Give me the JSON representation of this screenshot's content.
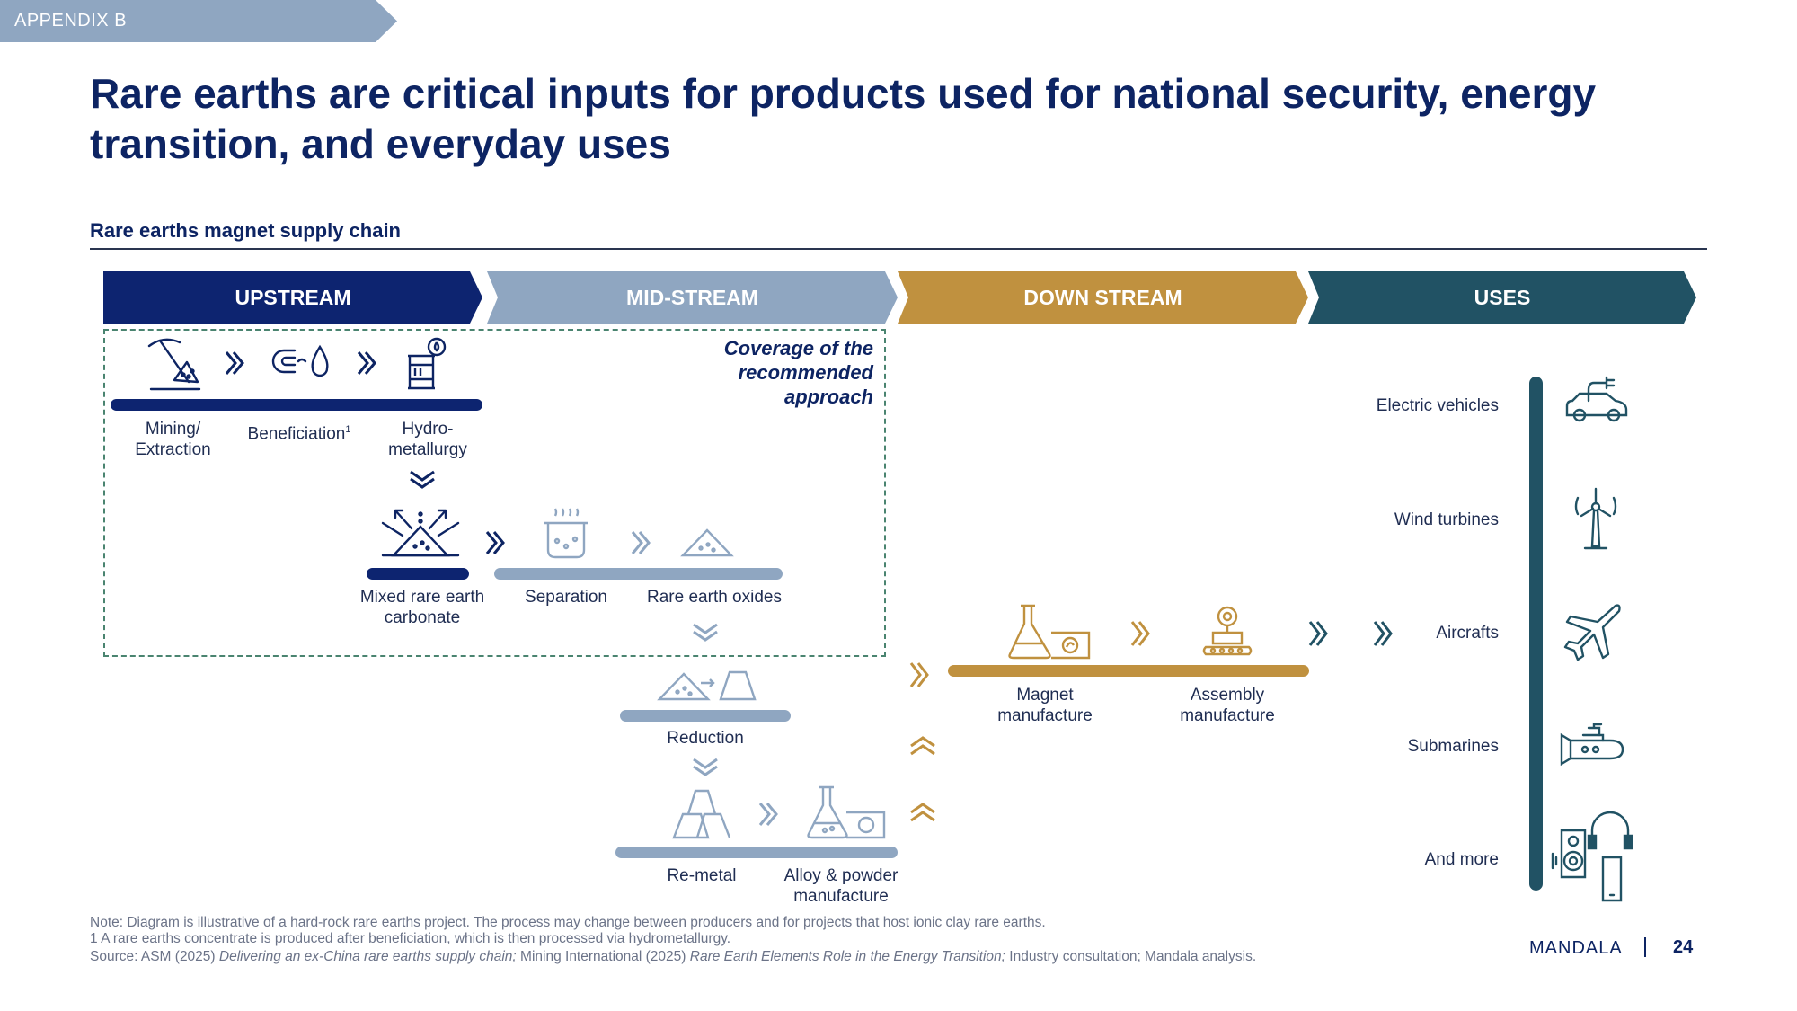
{
  "tag": "APPENDIX B",
  "title": "Rare earths are critical inputs for products used for national security, energy transition, and everyday uses",
  "subtitle": "Rare earths magnet supply chain",
  "stages": [
    {
      "label": "UPSTREAM",
      "color": "#0d2470"
    },
    {
      "label": "MID-STREAM",
      "color": "#8fa6c1"
    },
    {
      "label": "DOWN STREAM",
      "color": "#c0913f"
    },
    {
      "label": "USES",
      "color": "#215264"
    }
  ],
  "coverage": "Coverage of the recommended approach",
  "steps": {
    "mining": "Mining/ Extraction",
    "beneficiation": "Beneficiation",
    "beneficiation_sup": "1",
    "hydro": "Hydro- metallurgy",
    "carbonate": "Mixed rare earth carbonate",
    "separation": "Separation",
    "oxides": "Rare earth oxides",
    "reduction": "Reduction",
    "remetal": "Re-metal",
    "alloy": "Alloy & powder manufacture",
    "magnet": "Magnet manufacture",
    "assembly": "Assembly manufacture"
  },
  "uses": [
    "Electric vehicles",
    "Wind turbines",
    "Aircrafts",
    "Submarines",
    "And more"
  ],
  "notes": {
    "note": "Note: Diagram is illustrative of a hard-rock rare earths project. The process may change between producers and for projects that host ionic clay rare earths.",
    "footnote": "1 A rare earths concentrate is produced after beneficiation, which is then processed via hydrometallurgy.",
    "source_prefix": "Source: ASM (",
    "source_year1": "2025",
    "source_mid1": ") ",
    "source_title1": "Delivering an ex-China rare earths supply chain;",
    "source_mid2": " Mining International (",
    "source_year2": "2025",
    "source_mid3": ") ",
    "source_title2": "Rare Earth Elements Role in the Energy Transition;",
    "source_end": " Industry consultation; Mandala analysis."
  },
  "brand": "MANDALA",
  "page_number": "24",
  "colors": {
    "navy": "#0d2470",
    "grey_blue": "#8fa6c1",
    "gold": "#c0913f",
    "teal": "#215264"
  }
}
